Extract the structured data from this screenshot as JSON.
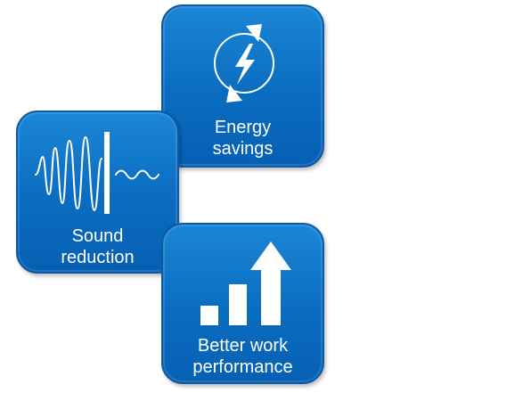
{
  "colors": {
    "tile_blue": "#0a6cc0",
    "tile_border": "#0a5aa6",
    "icon_white": "#ffffff"
  },
  "tiles": [
    {
      "id": "energy",
      "icon": "energy-cycle-icon",
      "label_lines": [
        "Energy",
        "savings"
      ]
    },
    {
      "id": "sound",
      "icon": "sound-wave-barrier-icon",
      "label_lines": [
        "Sound",
        "reduction"
      ]
    },
    {
      "id": "work",
      "icon": "growth-bars-arrow-icon",
      "label_lines": [
        "Better work",
        "performance"
      ]
    }
  ]
}
